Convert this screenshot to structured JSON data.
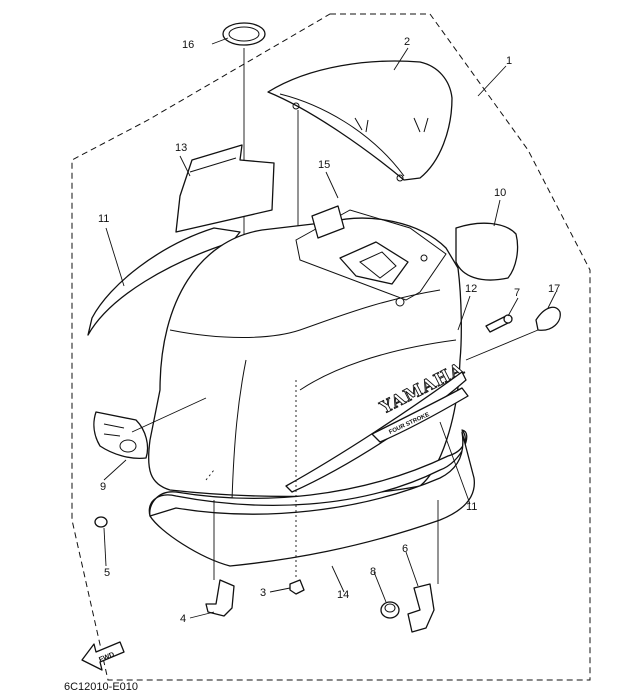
{
  "callouts": {
    "c1": "1",
    "c2": "2",
    "c3": "3",
    "c4": "4",
    "c5": "5",
    "c6": "6",
    "c7": "7",
    "c8": "8",
    "c9": "9",
    "c10": "10",
    "c11a": "11",
    "c11b": "11",
    "c12": "12",
    "c13": "13",
    "c14": "14",
    "c15": "15",
    "c16": "16",
    "c17": "17"
  },
  "brand_text": "YAMAHA",
  "fwd_label": "FWD",
  "drawing_code": "6C12010-E010"
}
